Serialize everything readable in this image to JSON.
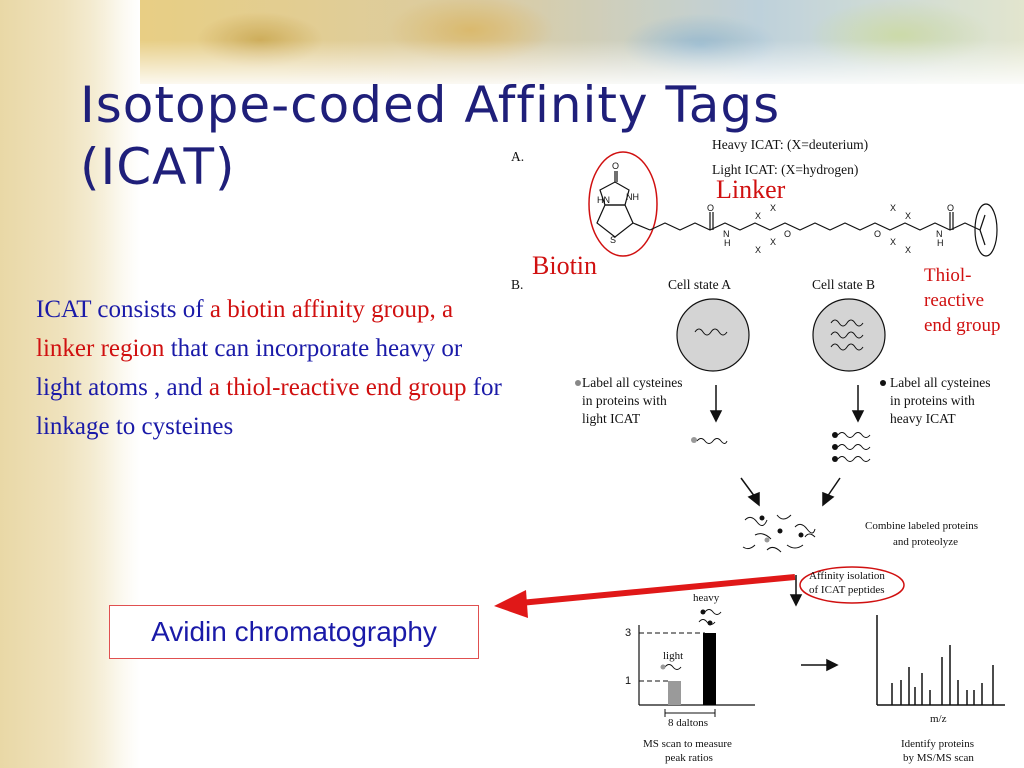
{
  "title": {
    "line1": "Isotope-coded Affinity Tags",
    "line2": "(ICAT)"
  },
  "body": {
    "s1": "ICAT",
    "s2": " consists of ",
    "s3": "a biotin affinity group",
    "s4": ", ",
    "s5": "a linker region",
    "s6": " that can incorporate heavy or light atoms , and ",
    "s7": "a thiol-reactive end group",
    "s8": " for linkage to cysteines"
  },
  "avidin_label": "Avidin chromatography",
  "figure": {
    "panel_a": "A.",
    "panel_b": "B.",
    "heavy_icat": "Heavy ICAT: (X=deuterium)",
    "light_icat": "Light ICAT:   (X=hydrogen)",
    "linker": "Linker",
    "biotin": "Biotin",
    "thiol": [
      "Thiol-",
      "reactive",
      "end group"
    ],
    "atoms": {
      "hn": "HN",
      "nh": "NH",
      "o": "O",
      "s": "S",
      "n": "N",
      "h": "H",
      "x": "X"
    },
    "cell_a": "Cell state A",
    "cell_b": "Cell state B",
    "label_light": [
      "Label all cysteines",
      "in proteins with",
      "light ICAT"
    ],
    "label_heavy": [
      "Label all cysteines",
      "in proteins with",
      "heavy ICAT"
    ],
    "combine": [
      "Combine labeled proteins",
      "and proteolyze"
    ],
    "affinity": [
      "Affinity isolation",
      "of ICAT peptides"
    ],
    "heavy": "heavy",
    "light": "light",
    "tick3": "3",
    "tick1": "1",
    "daltons": "8 daltons",
    "ms_scan": [
      "MS scan to measure",
      "peak ratios"
    ],
    "mz": "m/z",
    "identify": [
      "Identify proteins",
      "by MS/MS scan"
    ]
  },
  "colors": {
    "title": "#1f1f7a",
    "body_blue": "#1a1aa8",
    "accent_red": "#d01010"
  },
  "chart_data": [
    {
      "type": "bar",
      "categories": [
        "light",
        "heavy"
      ],
      "values": [
        1,
        3
      ],
      "yticks": [
        1,
        3
      ],
      "xlabel": "8 daltons"
    }
  ]
}
